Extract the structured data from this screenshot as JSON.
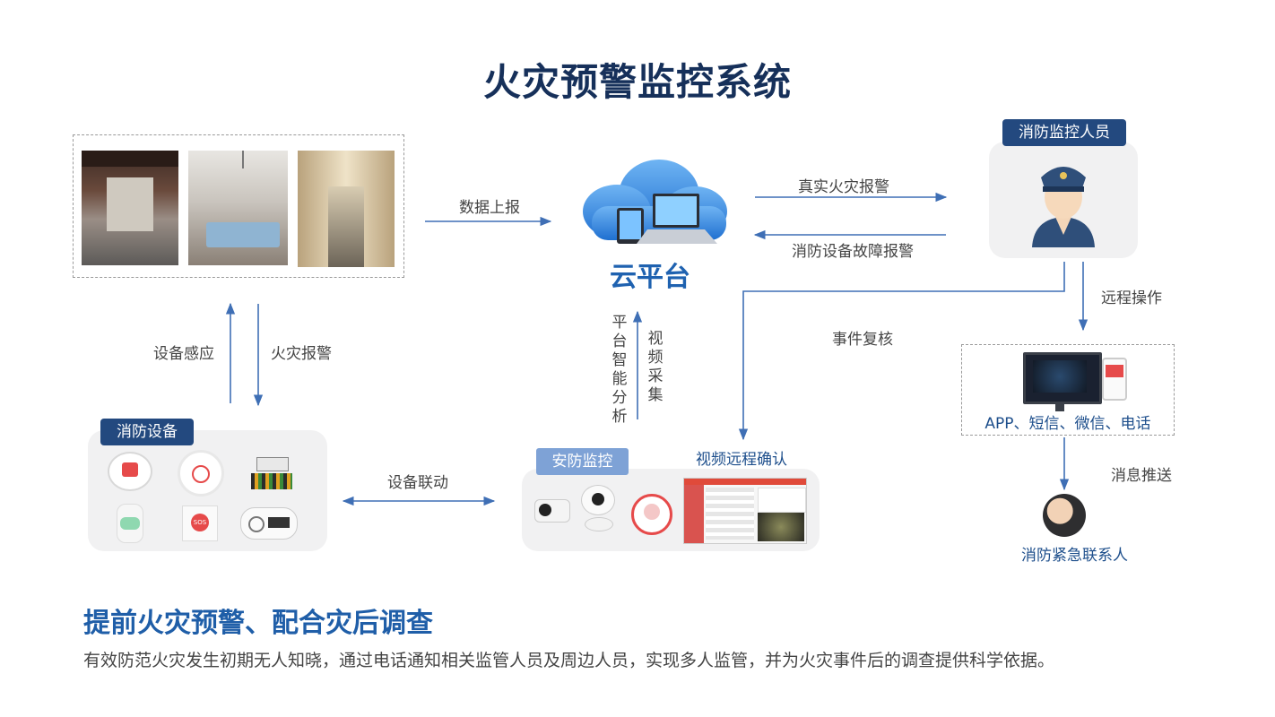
{
  "title": "火灾预警监控系统",
  "cloud": {
    "label": "云平台"
  },
  "arrows": {
    "data_report": "数据上报",
    "real_fire_alarm": "真实火灾报警",
    "device_fault_alarm": "消防设备故障报警",
    "device_sense": "设备感应",
    "fire_alarm": "火灾报警",
    "smart_analysis": "平台智能分析",
    "video_capture": "视频采集",
    "event_review": "事件复核",
    "remote_operation": "远程操作",
    "device_linkage": "设备联动",
    "message_push": "消息推送"
  },
  "nodes": {
    "monitor_staff": "消防监控人员",
    "fire_devices": "消防设备",
    "security_monitor": "安防监控",
    "video_remote_confirm": "视频远程确认",
    "channels": "APP、短信、微信、电话",
    "emergency_contact": "消防紧急联系人"
  },
  "footer": {
    "heading": "提前火灾预警、配合灾后调查",
    "description": "有效防范火灾发生初期无人知晓，通过电话通知相关监管人员及周边人员，实现多人监管，并为火灾事件后的调查提供科学依据。"
  },
  "colors": {
    "title": "#16305a",
    "accent": "#1f5ea8",
    "arrow": "#3f6fb5",
    "tag": "#23497f"
  }
}
